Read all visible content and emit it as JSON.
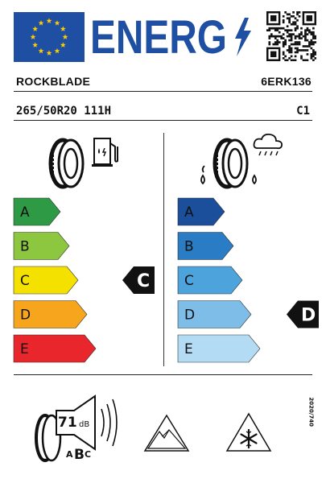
{
  "header": {
    "energy_text": "ENERG",
    "brand": "ROCKBLADE",
    "model": "6ERK136",
    "tyre_size": "265/50R20 111H",
    "tyre_class": "C1"
  },
  "fuel_efficiency": {
    "scale": [
      "A",
      "B",
      "C",
      "D",
      "E"
    ],
    "colors": [
      "#2e9a45",
      "#8dc63f",
      "#f5e100",
      "#f7a51d",
      "#e8262b"
    ],
    "rating": "C"
  },
  "wet_grip": {
    "scale": [
      "A",
      "B",
      "C",
      "D",
      "E"
    ],
    "colors": [
      "#1b4f9c",
      "#2a7cc4",
      "#4da3dc",
      "#7dbde8",
      "#b3dcf4"
    ],
    "rating": "D"
  },
  "noise": {
    "value": "71",
    "unit": "dB",
    "class_letters": [
      "A",
      "B",
      "C"
    ]
  },
  "regulation": "2020/740",
  "colors": {
    "eu_blue": "#1e4fa3",
    "eu_star": "#ffcc00"
  }
}
